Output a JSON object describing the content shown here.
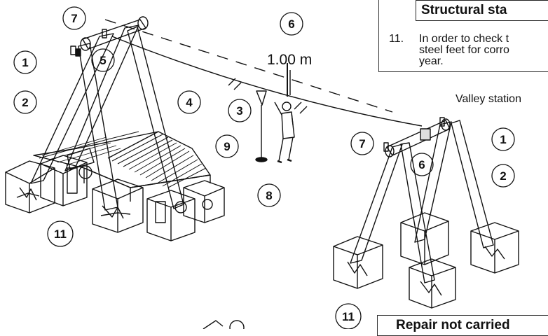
{
  "info_box": {
    "title": "Structural sta",
    "note_number": "11.",
    "note_lines": [
      "In order to check t",
      "steel feet for corro",
      "year."
    ]
  },
  "labels": {
    "valley_station": "Valley station",
    "distance": "1.00 m"
  },
  "callouts": [
    "7",
    "6",
    "1",
    "5",
    "2",
    "4",
    "3",
    "9",
    "8",
    "11",
    "7",
    "6",
    "1",
    "2",
    "11"
  ],
  "bottom_box": {
    "title": "Repair not carried"
  }
}
